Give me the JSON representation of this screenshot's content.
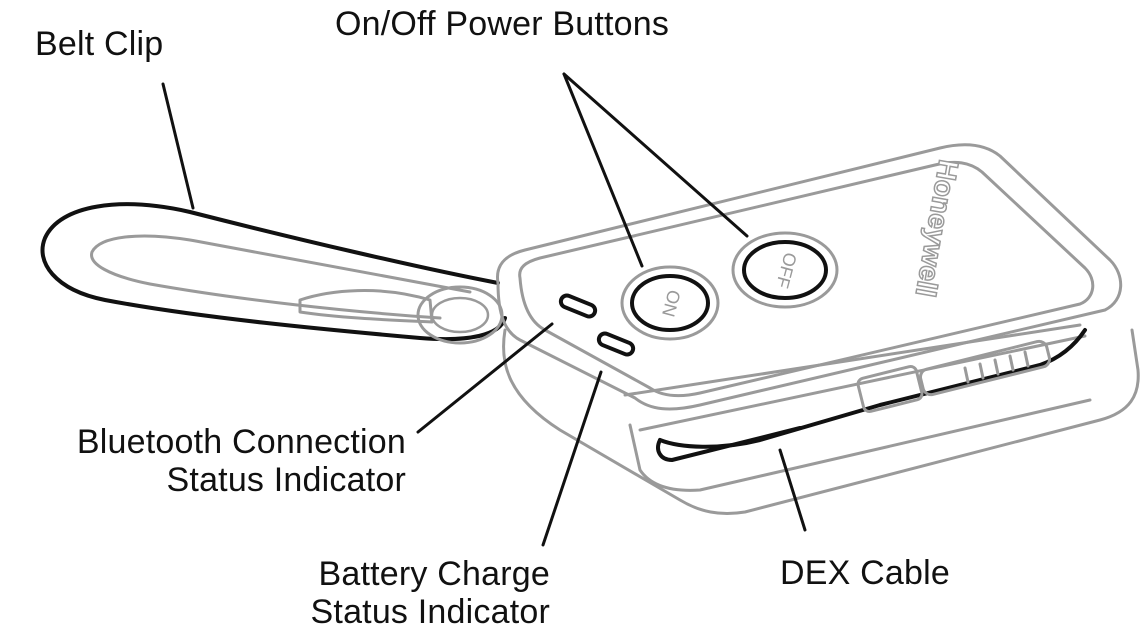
{
  "callouts": {
    "belt_clip": "Belt Clip",
    "power_buttons": "On/Off Power Buttons",
    "bluetooth": {
      "line1": "Bluetooth Connection",
      "line2": "Status Indicator"
    },
    "battery": {
      "line1": "Battery Charge",
      "line2": "Status Indicator"
    },
    "dex_cable": "DEX Cable"
  },
  "device": {
    "brand": "Honeywell",
    "on_label": "ON",
    "off_label": "OFF"
  },
  "colors": {
    "outline_gray": "#9a9a9a",
    "leader_black": "#111111",
    "background": "#ffffff"
  }
}
